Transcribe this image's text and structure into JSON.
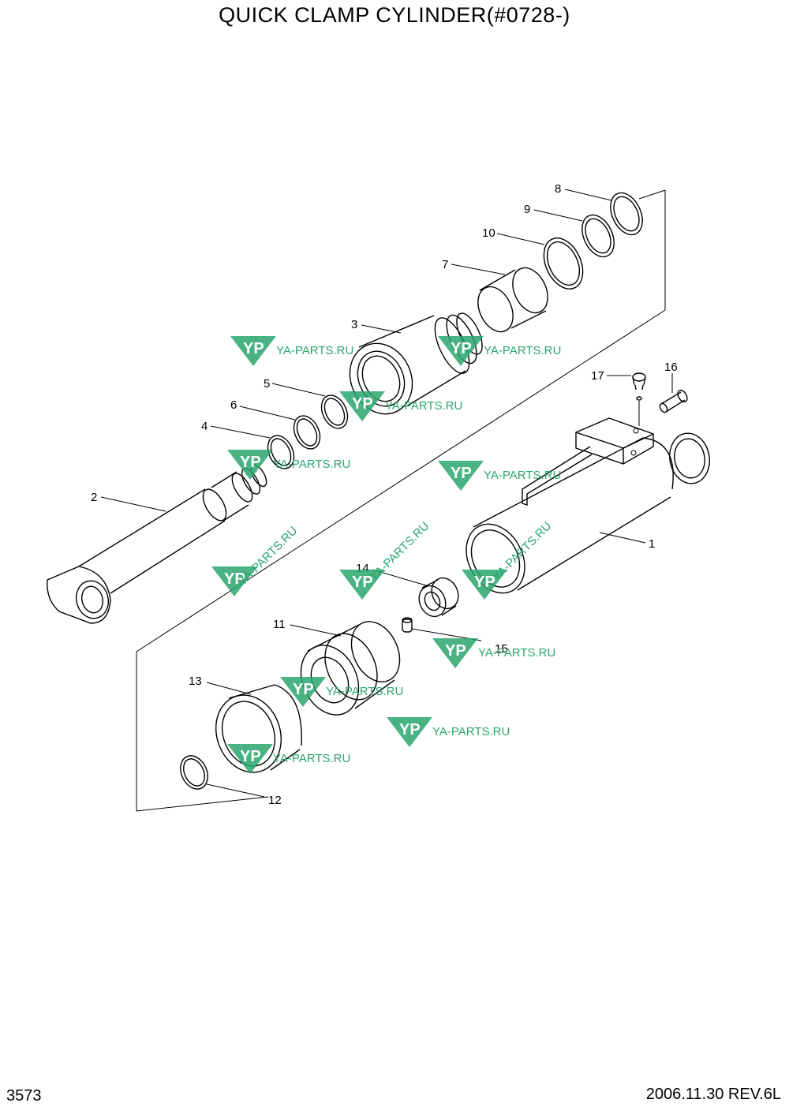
{
  "header": {
    "title": "QUICK CLAMP CYLINDER(#0728-)"
  },
  "footer": {
    "page_number": "3573",
    "revision": "2006.11.30  REV.6L"
  },
  "callouts": [
    "1",
    "2",
    "3",
    "4",
    "5",
    "6",
    "7",
    "8",
    "9",
    "10",
    "11",
    "12",
    "13",
    "14",
    "15",
    "16",
    "17"
  ],
  "watermark": {
    "logo_letters": "YP",
    "text": "YA-PARTS.RU",
    "color": "#2aa66e"
  }
}
